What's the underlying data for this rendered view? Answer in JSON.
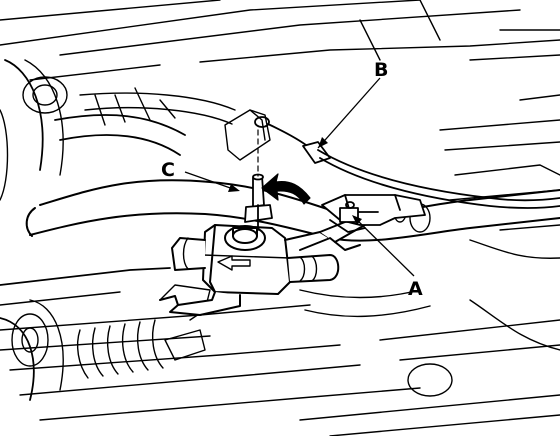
{
  "callouts": {
    "a": "A",
    "b": "B",
    "c": "C"
  }
}
